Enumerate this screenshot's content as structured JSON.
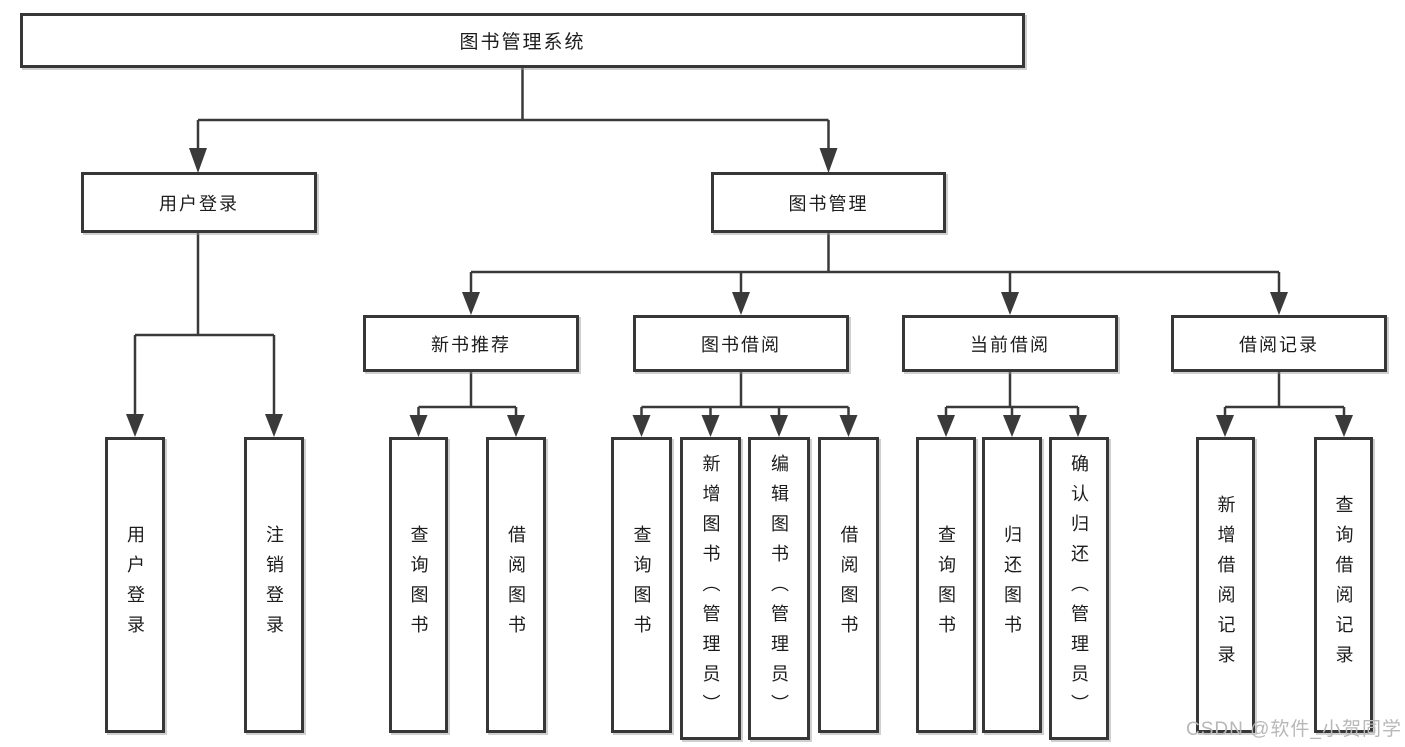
{
  "diagram": {
    "root": "图书管理系统",
    "branches": [
      {
        "label": "用户登录",
        "children": [
          {
            "label": "用户登录"
          },
          {
            "label": "注销登录"
          }
        ]
      },
      {
        "label": "图书管理",
        "children": [
          {
            "label": "新书推荐",
            "children": [
              {
                "label": "查询图书"
              },
              {
                "label": "借阅图书"
              }
            ]
          },
          {
            "label": "图书借阅",
            "children": [
              {
                "label": "查询图书"
              },
              {
                "label": "新增图书（管理员）"
              },
              {
                "label": "编辑图书（管理员）"
              },
              {
                "label": "借阅图书"
              }
            ]
          },
          {
            "label": "当前借阅",
            "children": [
              {
                "label": "查询图书"
              },
              {
                "label": "归还图书"
              },
              {
                "label": "确认归还（管理员）"
              }
            ]
          },
          {
            "label": "借阅记录",
            "children": [
              {
                "label": "新增借阅记录"
              },
              {
                "label": "查询借阅记录"
              }
            ]
          }
        ]
      }
    ]
  },
  "watermark": {
    "text": "CSDN @软件_小贺同学"
  },
  "colors": {
    "background": "#ffffff",
    "box_border": "#373737",
    "line": "#3a3a3a",
    "text": "#1c1c1c",
    "watermark": "#b8b8b8"
  }
}
